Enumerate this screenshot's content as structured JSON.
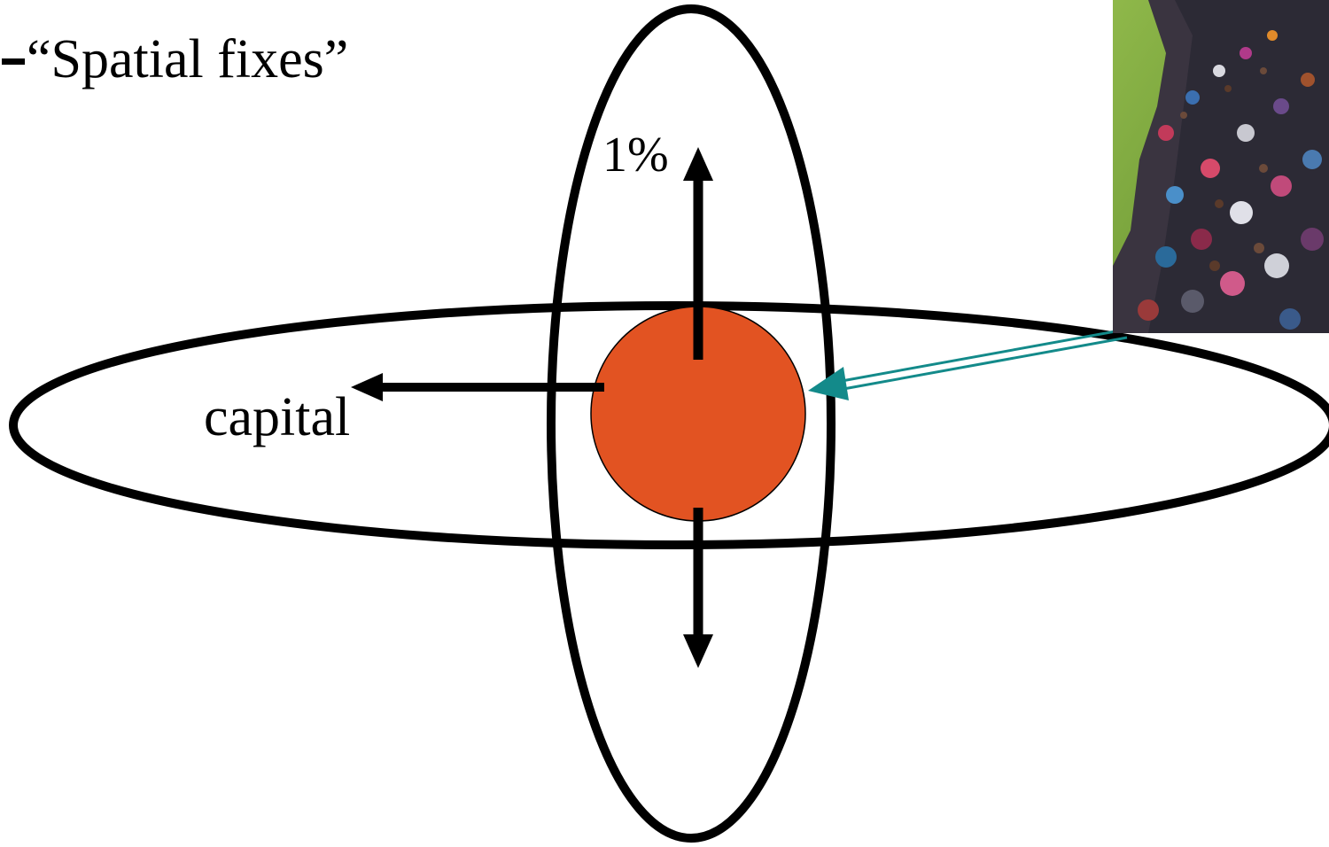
{
  "title": "“Spatial fixes”",
  "labels": {
    "top": "1%",
    "left": "capital"
  },
  "photo": {
    "description_icon": "crowd-photo"
  },
  "colors": {
    "outline": "#000000",
    "center_circle": "#e25322",
    "incoming_arrow": "#138a8a",
    "photo_grass": "#7aa33a",
    "background": "#ffffff"
  }
}
